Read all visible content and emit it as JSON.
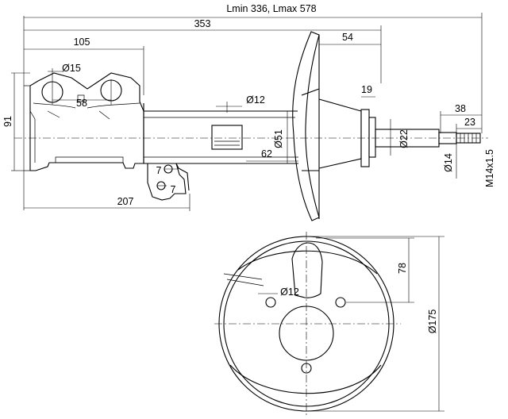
{
  "dimensions": {
    "stroke_range": "Lmin 336, Lmax 578",
    "overall_length": "353",
    "bracket_length": "105",
    "bracket_hole_dia": "Ø15",
    "bracket_hole_spacing": "58",
    "bracket_height": "91",
    "bracket_small_hole": "Ø12",
    "tube_dia": "Ø51",
    "tube_to_spring_seat": "62",
    "bracket_tab_1": "7",
    "bracket_tab_2": "7",
    "lower_length": "207",
    "spring_seat_width": "54",
    "seat_offset": "19",
    "rod_length": "38",
    "thread_length": "23",
    "rod_dia_upper": "Ø22",
    "rod_dia": "Ø14",
    "thread_spec": "M14x1.5",
    "plate_hole_spacing": "78",
    "plate_hole_dia": "Ø12",
    "plate_dia": "Ø175"
  }
}
